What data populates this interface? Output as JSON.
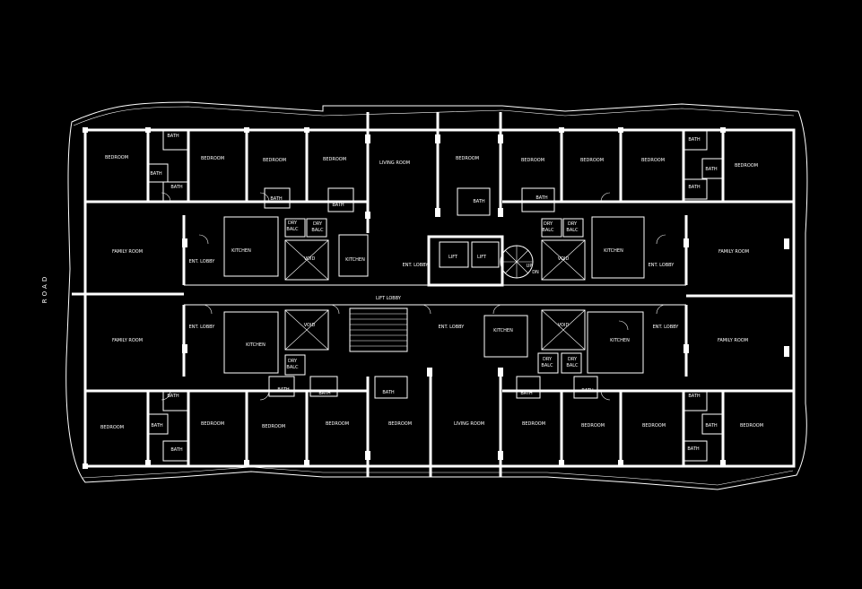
{
  "road_label": "ROAD",
  "labels": {
    "bedroom": "BEDROOM",
    "bath": "BATH",
    "family_room": "FAMILY ROOM",
    "living_room": "LIVING ROOM",
    "kitchen": "KITCHEN",
    "ent_lobby": "ENT. LOBBY",
    "lift_lobby": "LIFT LOBBY",
    "lift": "LIFT",
    "void": "VOID",
    "dry": "DRY",
    "balc": "BALC",
    "up": "UP",
    "dn": "DN"
  }
}
